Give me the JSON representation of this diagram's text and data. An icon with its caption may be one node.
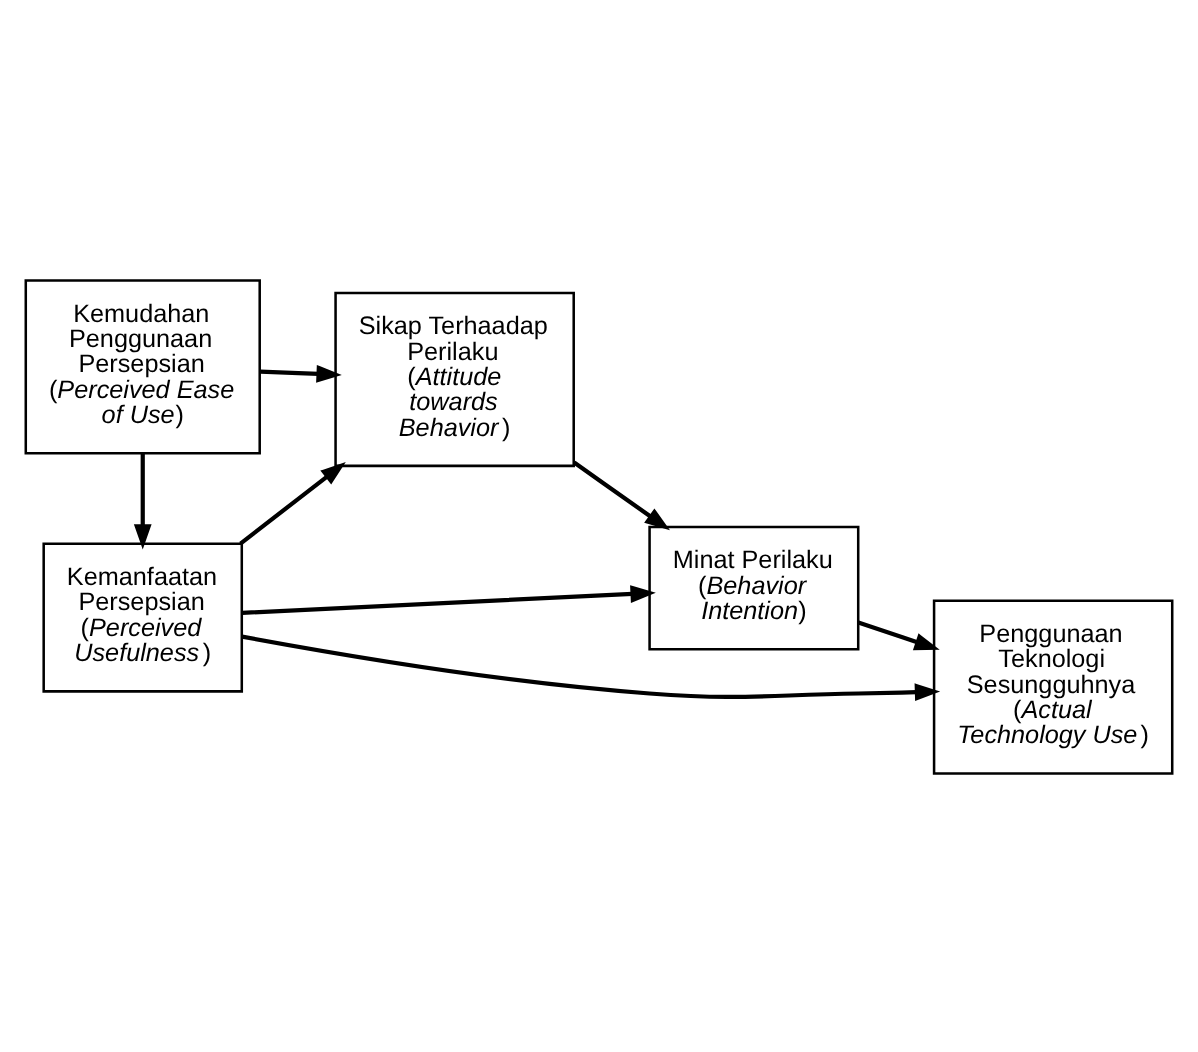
{
  "diagram": {
    "nodes": [
      {
        "text": [
          "Kemanfaatan Persepsian (*Perceived Usefulness*)"
        ]
      },
      {
        "text": [
          "Kemudahan Penggunaan Persepsian (*Perceived Ease of Use*)"
        ]
      },
      {
        "text": [
          "Sikap Terhaadap Perilaku (*Attitude towards Behavior*)"
        ]
      },
      {
        "text": [
          "Minat Perilaku (*Behavior Intention*)"
        ]
      },
      {
        "text": [
          "Penggunaan Teknologi Sesungguhnya (*Actual Technology Use*)"
        ]
      }
    ],
    "edges": [
      {
        "from": 1,
        "to": 0,
        "arrow": "to"
      },
      {
        "from": 0,
        "to": 2,
        "arrow": "to"
      },
      {
        "from": 0,
        "to": 3,
        "arrow": "to"
      },
      {
        "from": 0,
        "to": 4,
        "arrow": "to"
      },
      {
        "from": 1,
        "to": 2,
        "arrow": "to"
      },
      {
        "from": 2,
        "to": 3,
        "arrow": "to"
      },
      {
        "from": 3,
        "to": 4,
        "arrow": "to"
      }
    ]
  }
}
